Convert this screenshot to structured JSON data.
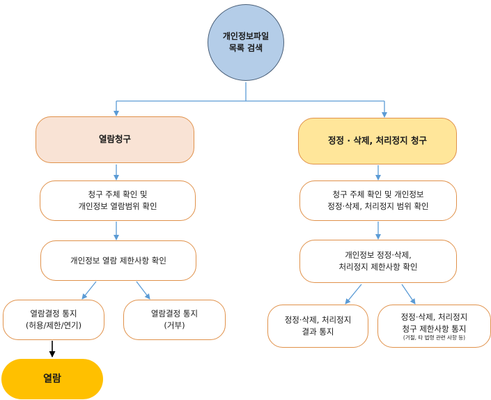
{
  "colors": {
    "connector": "#5b9bd5",
    "node_border": "#e0914a",
    "start_fill": "#b4cde8",
    "access_fill": "#f9e3d5",
    "correction_fill": "#ffe69a",
    "final_fill": "#ffc000"
  },
  "nodes": {
    "start": {
      "line1": "개인정보파일",
      "line2": "목록 검색"
    },
    "access_request": {
      "label": "열람청구"
    },
    "correction_request": {
      "label": "정정 · 삭제, 처리정지 청구"
    },
    "left_verify": {
      "line1": "청구 주체 확인 및",
      "line2": "개인정보 열람범위 확인"
    },
    "right_verify": {
      "line1": "청구 주체 확인 및 개인정보",
      "line2": "정정·삭제, 처리정지 범위 확인"
    },
    "left_restrict": {
      "label": "개인정보 열람 제한사항 확인"
    },
    "right_restrict": {
      "line1": "개인정보 정정·삭제,",
      "line2": "처리정지 제한사항 확인"
    },
    "access_notice_allow": {
      "line1": "열람결정 통지",
      "line2": "(허용/제한/연기)"
    },
    "access_notice_deny": {
      "line1": "열람결정 통지",
      "line2": "(거부)"
    },
    "correction_result": {
      "line1": "정정·삭제, 처리정지",
      "line2": "결과 통지"
    },
    "correction_limit": {
      "line1": "정정·삭제, 처리정지",
      "line2": "청구 제한사항 통지",
      "line3": "(거절, 타 법령 관련 사항 등)"
    },
    "access": {
      "label": "열람"
    }
  }
}
